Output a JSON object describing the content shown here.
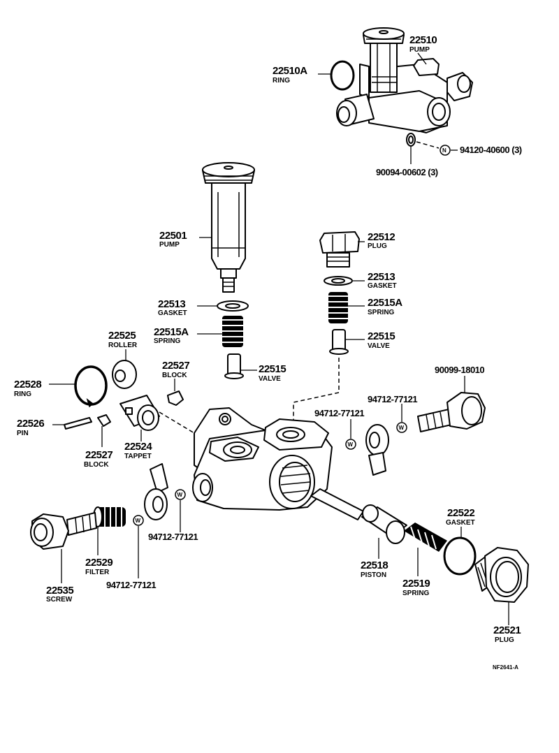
{
  "callouts": [
    {
      "id": "22510",
      "number": "22510",
      "name": "PUMP"
    },
    {
      "id": "22510A",
      "number": "22510A",
      "name": "RING"
    },
    {
      "id": "94120",
      "number": "94120-40600 (3)",
      "name": ""
    },
    {
      "id": "90094",
      "number": "90094-00602 (3)",
      "name": ""
    },
    {
      "id": "22501",
      "number": "22501",
      "name": "PUMP"
    },
    {
      "id": "22512",
      "number": "22512",
      "name": "PLUG"
    },
    {
      "id": "22513a",
      "number": "22513",
      "name": "GASKET"
    },
    {
      "id": "22513b",
      "number": "22513",
      "name": "GASKET"
    },
    {
      "id": "22515Aa",
      "number": "22515A",
      "name": "SPRING"
    },
    {
      "id": "22515Ab",
      "number": "22515A",
      "name": "SPRING"
    },
    {
      "id": "22515a",
      "number": "22515",
      "name": "VALVE"
    },
    {
      "id": "22515b",
      "number": "22515",
      "name": "VALVE"
    },
    {
      "id": "22525",
      "number": "22525",
      "name": "ROLLER"
    },
    {
      "id": "22527a",
      "number": "22527",
      "name": "BLOCK"
    },
    {
      "id": "22527b",
      "number": "22527",
      "name": "BLOCK"
    },
    {
      "id": "22528",
      "number": "22528",
      "name": "RING"
    },
    {
      "id": "22526",
      "number": "22526",
      "name": "PIN"
    },
    {
      "id": "22524",
      "number": "22524",
      "name": "TAPPET"
    },
    {
      "id": "90099",
      "number": "90099-18010",
      "name": ""
    },
    {
      "id": "94712a",
      "number": "94712-77121",
      "name": ""
    },
    {
      "id": "94712b",
      "number": "94712-77121",
      "name": ""
    },
    {
      "id": "94712c",
      "number": "94712-77121",
      "name": ""
    },
    {
      "id": "94712d",
      "number": "94712-77121",
      "name": ""
    },
    {
      "id": "22522",
      "number": "22522",
      "name": "GASKET"
    },
    {
      "id": "22518",
      "number": "22518",
      "name": "PISTON"
    },
    {
      "id": "22519",
      "number": "22519",
      "name": "SPRING"
    },
    {
      "id": "22521",
      "number": "22521",
      "name": "PLUG"
    },
    {
      "id": "22529",
      "number": "22529",
      "name": "FILTER"
    },
    {
      "id": "22535",
      "number": "22535",
      "name": "SCREW"
    }
  ],
  "markers": {
    "washer": "W",
    "nut": "N"
  },
  "figure_ref": "NF2641-A"
}
